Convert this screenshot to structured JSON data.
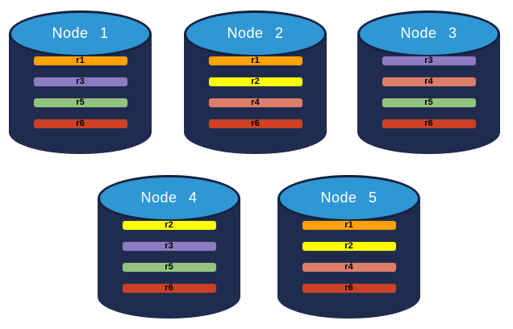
{
  "colors": {
    "background": "#FFFFFF",
    "node_body": "#1F2B4F",
    "node_top": "#2F97D4",
    "node_outline": "#16213F",
    "bar_outline": "#2A3350",
    "title_text": "#FFFFFF",
    "bar_text": "#000000",
    "replica": {
      "r1": "#FCA108",
      "r2": "#FFFF00",
      "r3": "#8E7CC3",
      "r4": "#DD7E6B",
      "r5": "#93C47D",
      "r6": "#CC4125"
    }
  },
  "nodes": [
    {
      "label": "Node 1",
      "replicas": [
        "r1",
        "r3",
        "r5",
        "r6"
      ]
    },
    {
      "label": "Node 2",
      "replicas": [
        "r1",
        "r2",
        "r4",
        "r6"
      ]
    },
    {
      "label": "Node 3",
      "replicas": [
        "r3",
        "r4",
        "r5",
        "r6"
      ]
    },
    {
      "label": "Node 4",
      "replicas": [
        "r2",
        "r3",
        "r5",
        "r6"
      ]
    },
    {
      "label": "Node 5",
      "replicas": [
        "r1",
        "r2",
        "r4",
        "r6"
      ]
    }
  ]
}
